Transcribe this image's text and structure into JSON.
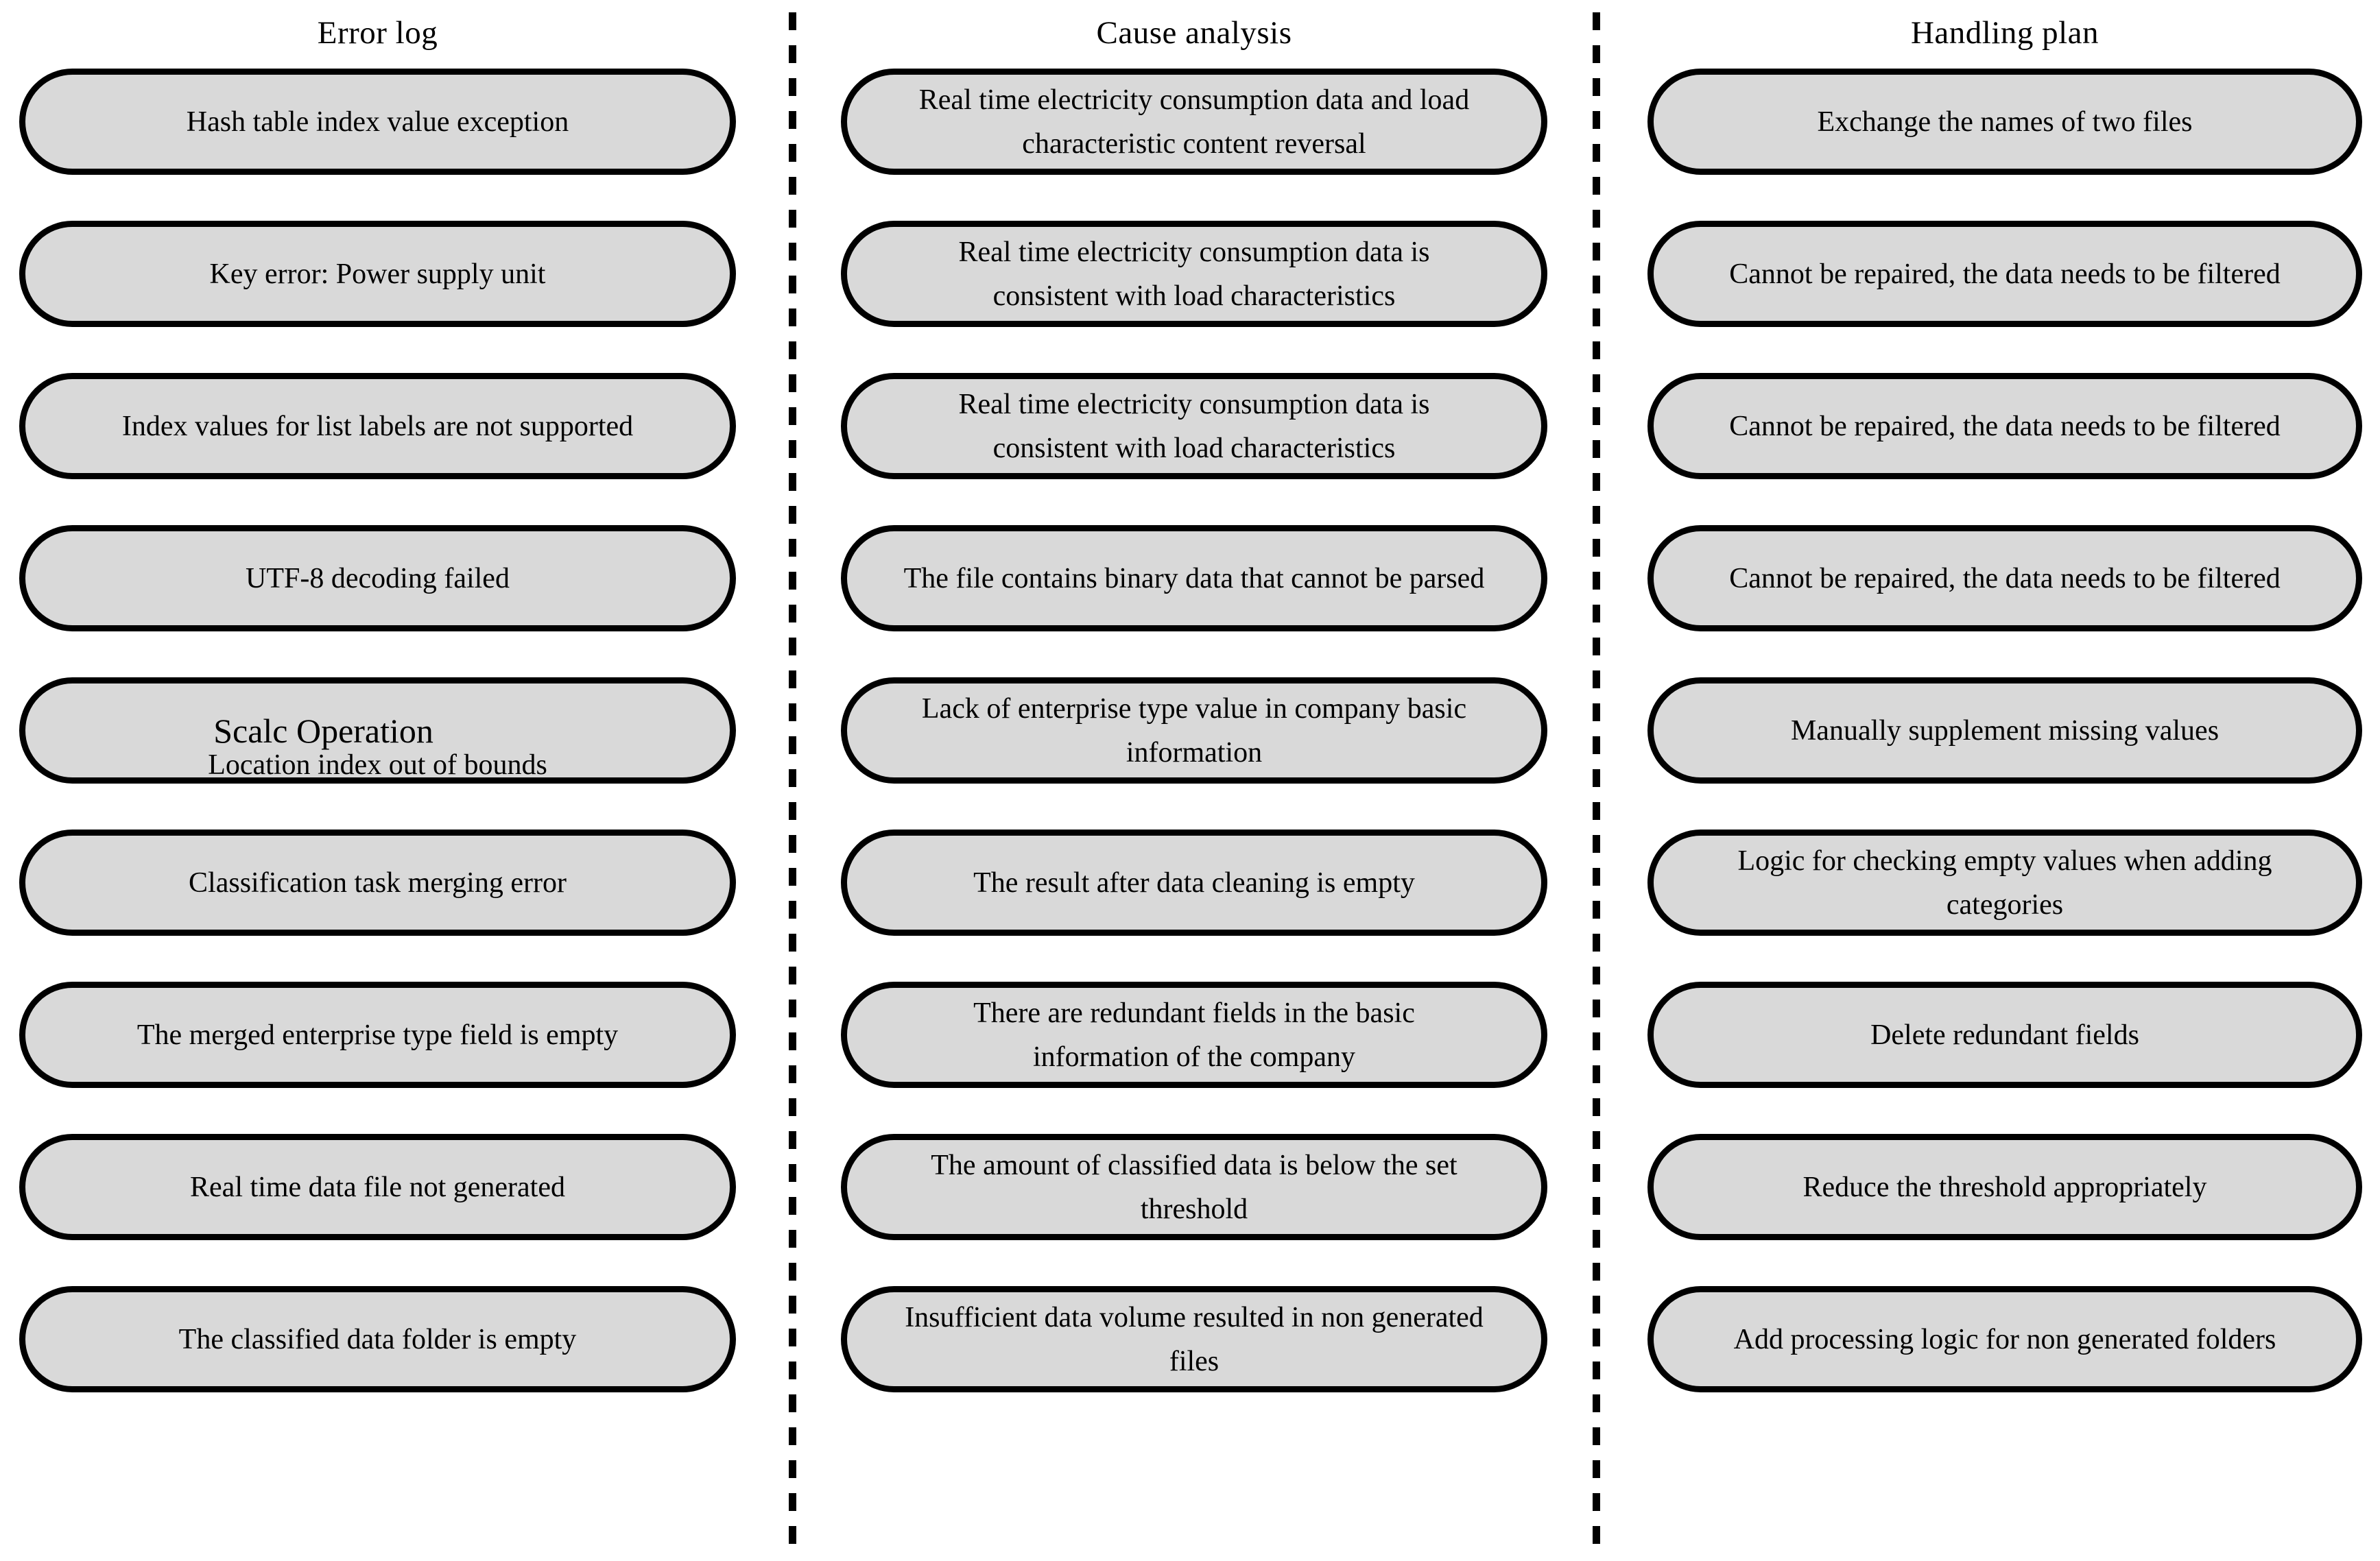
{
  "diagram": {
    "type": "three-column-table",
    "background_color": "#ffffff",
    "node_fill_color": "#d9d9d9",
    "node_border_color": "#000000",
    "divider_style": "dashed-vertical"
  },
  "columns": [
    {
      "id": "error-log",
      "title": "Error log",
      "nodes": [
        {
          "text": "Hash table index value exception"
        },
        {
          "text": "Key error: Power supply unit"
        },
        {
          "text": "Index values for list labels are not supported"
        },
        {
          "text": "UTF-8 decoding failed"
        },
        {
          "text": "Location index out of bounds",
          "overlap_text": "Scalc Operation",
          "note": "two overlapping text runs"
        },
        {
          "text": "Classification task merging error"
        },
        {
          "text": "The merged enterprise type field is empty"
        },
        {
          "text": "Real time data file not generated"
        },
        {
          "text": "The classified data folder is empty"
        }
      ]
    },
    {
      "id": "cause-analysis",
      "title": "Cause analysis",
      "nodes": [
        {
          "text": "Real time electricity consumption data and load\ncharacteristic content reversal"
        },
        {
          "text": "Real time electricity consumption data is\nconsistent with load characteristics"
        },
        {
          "text": "Real time electricity consumption data is\nconsistent with load characteristics"
        },
        {
          "text": "The file contains binary data that cannot be parsed"
        },
        {
          "text": "Lack of enterprise type value in company basic\ninformation"
        },
        {
          "text": "The result after data cleaning is empty"
        },
        {
          "text": "There are redundant fields in the basic\ninformation of the company"
        },
        {
          "text": "The amount of classified data is below the set\nthreshold"
        },
        {
          "text": "Insufficient data volume resulted in non generated\nfiles"
        }
      ]
    },
    {
      "id": "handling-plan",
      "title": "Handling plan",
      "nodes": [
        {
          "text": "Exchange the names of two files"
        },
        {
          "text": "Cannot be repaired, the data needs to be filtered"
        },
        {
          "text": "Cannot be repaired, the data needs to be filtered"
        },
        {
          "text": "Cannot be repaired, the data needs to be filtered"
        },
        {
          "text": "Manually supplement missing values"
        },
        {
          "text": "Logic for checking empty values when adding\ncategories"
        },
        {
          "text": "Delete redundant fields"
        },
        {
          "text": "Reduce the threshold appropriately"
        },
        {
          "text": "Add processing logic for non generated folders"
        }
      ]
    }
  ]
}
